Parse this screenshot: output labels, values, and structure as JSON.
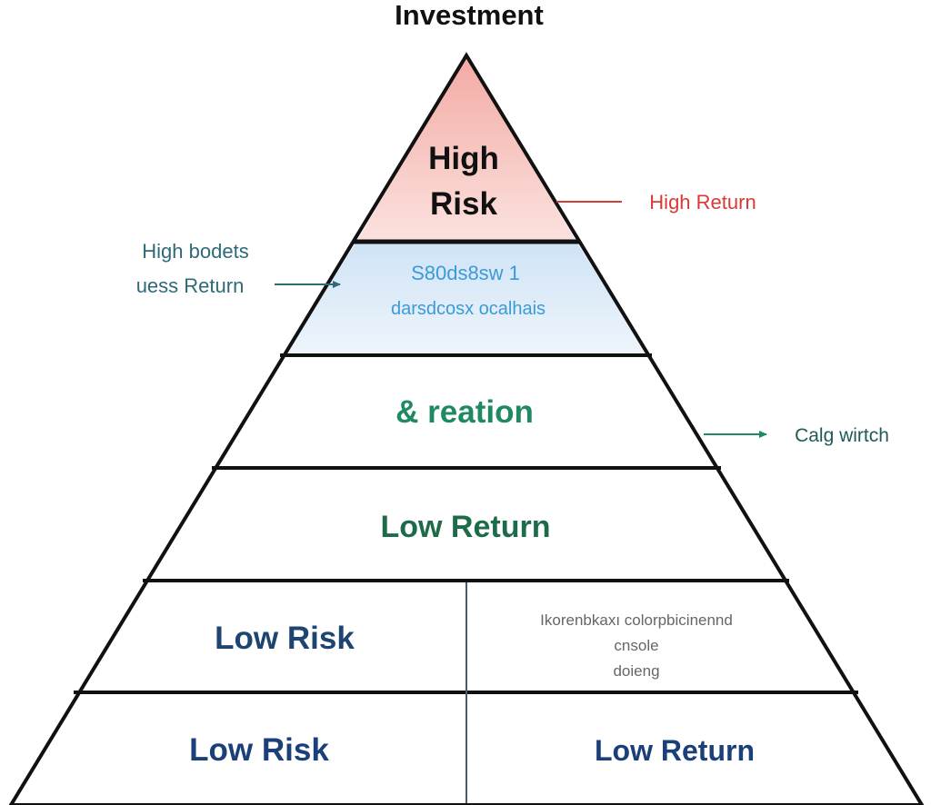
{
  "title": "Investment",
  "colors": {
    "outline": "#111111",
    "top_fill": "#f4b8b2",
    "second_fill": "#dcebf8",
    "red_text": "#d83a34",
    "teal_text": "#2e6a78",
    "blue_text": "#3a9bd8",
    "green_text": "#1f8a62",
    "dark_green_text": "#1d6b48",
    "navy_text": "#1b3f78",
    "dark_navy_text": "#1e4470",
    "gray_text": "#666666"
  },
  "tiers": {
    "top": {
      "line1": "High",
      "line2": "Risk"
    },
    "second": {
      "line1": "S80ds8sw 1",
      "line2": "darsdcosx ocalhais"
    },
    "third": {
      "label": "& reation"
    },
    "fourth": {
      "label": "Low Return"
    },
    "fifth": {
      "left": "Low Risk",
      "right_line1": "Ikorenbkaxı colorpbicinennd",
      "right_line2": "cnsole",
      "right_line3": "doieng"
    },
    "bottom": {
      "left": "Low Risk",
      "right": "Low Return"
    }
  },
  "annotations": {
    "right_top": "High Return",
    "left_line1": "High bodets",
    "left_line2": "uess Return",
    "right_mid": "Calg wirtch"
  }
}
